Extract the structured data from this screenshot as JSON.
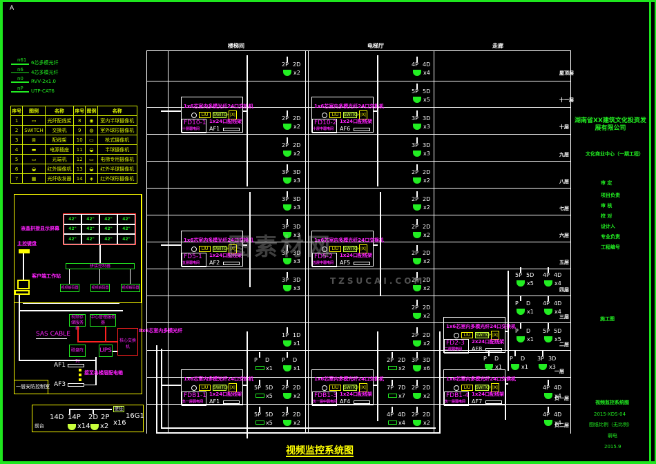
{
  "drawing": {
    "title": "视频监控系统图",
    "corner_mark": "A",
    "watermark": "TZSUCAI.COM",
    "watermark_cn": "图素材网"
  },
  "cable_legend": [
    {
      "code": "n61",
      "desc": "6芯多模光纤"
    },
    {
      "code": "n6",
      "desc": "4芯多模光纤"
    },
    {
      "code": "n0",
      "desc": "RVV-2x1.0"
    },
    {
      "code": "nP",
      "desc": "UTP-CAT6"
    }
  ],
  "symbol_table": {
    "headers": [
      "序号",
      "图例",
      "名称",
      "序号",
      "图例",
      "名称"
    ],
    "rows": [
      {
        "no_l": "1",
        "sym_l": "▭",
        "name_l": "光纤配线架",
        "no_r": "8",
        "sym_r": "◉",
        "name_r": "室内半球摄像机"
      },
      {
        "no_l": "2",
        "sym_l": "SWITCH",
        "name_l": "交换机",
        "no_r": "9",
        "sym_r": "◍",
        "name_r": "室外球形摄像机"
      },
      {
        "no_l": "3",
        "sym_l": "⊠",
        "name_l": "配线架",
        "no_r": "10",
        "sym_r": "▭",
        "name_r": "枪式摄像机"
      },
      {
        "no_l": "4",
        "sym_l": "▬",
        "name_l": "电源插座",
        "no_r": "11",
        "sym_r": "◒",
        "name_r": "半球摄像机"
      },
      {
        "no_l": "5",
        "sym_l": "▭",
        "name_l": "光端机",
        "no_r": "12",
        "sym_r": "▭",
        "name_r": "电梯专用摄像机"
      },
      {
        "no_l": "6",
        "sym_l": "◒",
        "name_l": "红外摄像机",
        "no_r": "13",
        "sym_r": "◒",
        "name_r": "红外半球摄像机"
      },
      {
        "no_l": "7",
        "sym_l": "▦",
        "name_l": "光纤收发器",
        "no_r": "14",
        "sym_r": "◈",
        "name_r": "红外球形摄像机"
      }
    ]
  },
  "control_room": {
    "video_wall_label": "液晶拼接显示屏幕",
    "wall_cells": [
      "42\"",
      "42\"",
      "42\"",
      "42\"",
      "42\"",
      "42\"",
      "42\"",
      "42\"",
      "42\"",
      "42\"",
      "42\"",
      "42\""
    ],
    "main_console": "主控键盘",
    "workstation": "客户端工作站",
    "matrix": "拼接控制器",
    "decoders": [
      "视频解码器",
      "视频解码器",
      "视频解码器"
    ],
    "storage_server": "视频存储服务器",
    "mgmt_server": "中心管理服务器",
    "sas_cable": "SAS CABLE",
    "disk_array": "磁盘阵列",
    "ups": "UPS",
    "core_switch": "核心交换机",
    "core_switch_label": "8x6芯室内多模光纤",
    "af_top": "AF1",
    "af_bottom": "AF3",
    "power_note": "接至各楼层配电箱",
    "room_label": "一层安防控制室"
  },
  "floor1_room": {
    "labels": [
      "14D",
      "14P",
      "2D",
      "2P",
      "x16",
      "16G1"
    ],
    "counts": [
      "x14",
      "x2"
    ],
    "box_label": "壁挂",
    "room_tag": "前台"
  },
  "columns": {
    "left": "楼梯间",
    "middle": "电梯厅",
    "right": "走廊"
  },
  "floors": [
    "屋顶层",
    "十一层",
    "十层",
    "九层",
    "八层",
    "七层",
    "六层",
    "五层",
    "四层",
    "三层",
    "二层",
    "一层",
    "负一层",
    "负二层"
  ],
  "idf": [
    {
      "id": "FD10-1",
      "room": "十层弱电间",
      "top": "1x6芯室内多模光纤24口交换机",
      "bottom": "1x24口配线架",
      "af": "AF1"
    },
    {
      "id": "FD10-2",
      "room": "十层中弱电间",
      "top": "1x6芯室内多模光纤24口交换机",
      "bottom": "1x24口配线架",
      "af": "AF6"
    },
    {
      "id": "FD5-1",
      "room": "五层弱电间",
      "top": "1x6芯室内多模光纤24口交换机",
      "bottom": "1x24口配线架",
      "af": "AF2"
    },
    {
      "id": "FD5-2",
      "room": "五层中弱电间",
      "top": "1x6芯室内多模光纤24口交换机",
      "bottom": "1x24口配线架",
      "af": "AF5"
    },
    {
      "id": "FD2-3",
      "room": "二层弱电间",
      "top": "1x6芯室内多模光纤24口交换机",
      "bottom": "2x24口配线架",
      "af": "AF8"
    },
    {
      "id": "FDB1-1",
      "room": "负一层弱电间",
      "top": "1x6芯室内多模光纤24口交换机",
      "bottom": "1x24口配线架",
      "af": "AF1"
    },
    {
      "id": "FDB1-3",
      "room": "负一层中弱电间",
      "top": "1x6芯室内多模光纤24口交换机",
      "bottom": "1x24口配线架",
      "af": "AF4"
    },
    {
      "id": "FDB1-4",
      "room": "负一层弱电间",
      "top": "1x6芯室内多模光纤24口交换机",
      "bottom": "1x24口配线架",
      "af": "AF7"
    }
  ],
  "equipment_labels": {
    "odf": "LIU",
    "switch": "SWITCH",
    "patch": "|X|",
    "box": "壁挂"
  },
  "cameras": [
    {
      "p": "2P",
      "d": "2D",
      "n": "x2"
    },
    {
      "p": "2P",
      "d": "2D",
      "n": "x2"
    },
    {
      "p": "2P",
      "d": "2D",
      "n": "x2"
    },
    {
      "p": "3P",
      "d": "3D",
      "n": "x3"
    },
    {
      "p": "3P",
      "d": "3D",
      "n": "x3"
    },
    {
      "p": "3P",
      "d": "3D",
      "n": "x3"
    },
    {
      "p": "3P",
      "d": "3D",
      "n": "x3"
    },
    {
      "p": "3P",
      "d": "3D",
      "n": "x3"
    },
    {
      "p": "4P",
      "d": "4D",
      "n": "x4"
    },
    {
      "p": "5P",
      "d": "5D",
      "n": "x5"
    },
    {
      "p": "3P",
      "d": "3D",
      "n": "x3"
    },
    {
      "p": "3P",
      "d": "3D",
      "n": "x3"
    },
    {
      "p": "2P",
      "d": "2D",
      "n": "x2"
    },
    {
      "p": "2P",
      "d": "2D",
      "n": "x2"
    },
    {
      "p": "2P",
      "d": "2D",
      "n": "x2"
    },
    {
      "p": "2P",
      "d": "2D",
      "n": "x2"
    },
    {
      "p": "2P",
      "d": "2D",
      "n": "x2"
    },
    {
      "p": "2P",
      "d": "2D",
      "n": "x2"
    },
    {
      "p": "1P",
      "d": "1D",
      "n": "x1"
    },
    {
      "p": "P",
      "d": "D",
      "n": "x1"
    },
    {
      "p": "P",
      "d": "D",
      "n": "x1"
    },
    {
      "p": "5P",
      "d": "5D",
      "n": "x5"
    },
    {
      "p": "2P",
      "d": "2D",
      "n": "x2"
    },
    {
      "p": "5P",
      "d": "5D",
      "n": "x5"
    },
    {
      "p": "2P",
      "d": "2D",
      "n": "x2"
    },
    {
      "p": "2P",
      "d": "2D",
      "n": "x2"
    },
    {
      "p": "2P",
      "d": "2D",
      "n": "x2"
    },
    {
      "p": "3P",
      "d": "3D",
      "n": "x6"
    },
    {
      "p": "7P",
      "d": "7D",
      "n": "x7"
    },
    {
      "p": "2P",
      "d": "2D",
      "n": "x2"
    },
    {
      "p": "4P",
      "d": "4D",
      "n": "x4"
    },
    {
      "p": "2P",
      "d": "2D",
      "n": "x2"
    },
    {
      "p": "5P",
      "d": "5D",
      "n": "x5"
    },
    {
      "p": "4P",
      "d": "4D",
      "n": "x4"
    },
    {
      "p": "P",
      "d": "D",
      "n": "x1"
    },
    {
      "p": "4P",
      "d": "4D",
      "n": "x4"
    },
    {
      "p": "P",
      "d": "D",
      "n": "x1"
    },
    {
      "p": "5P",
      "d": "5D",
      "n": "x5"
    },
    {
      "p": "P",
      "d": "D",
      "n": "x1"
    },
    {
      "p": "P",
      "d": "D",
      "n": "x1"
    },
    {
      "p": "3P",
      "d": "3D",
      "n": "x3"
    },
    {
      "p": "4P",
      "d": "4D",
      "n": "x4"
    },
    {
      "p": "4P",
      "d": "4D",
      "n": "x4"
    }
  ],
  "title_block": {
    "company": "湖南省XX建筑文化投资发展有限公司",
    "project": "文化商业中心（一期工程）",
    "fields": [
      "审 定",
      "项目负责",
      "审 核",
      "校 对",
      "设计人",
      "专业负责",
      "工程编号"
    ],
    "stage": "施工图",
    "drawing_name": "视频监控系统图",
    "drawing_no": "2015-XDS-04",
    "scale": "图纸比例（无比例）",
    "sheet": "弱电",
    "date": "2015.9"
  },
  "colors": {
    "frame": "#1ee61e",
    "line": "#ffffff",
    "idf_text": "#ff22ff",
    "camera": "#22ee22",
    "equipment": "#ffff00",
    "power": "#ff2020"
  }
}
